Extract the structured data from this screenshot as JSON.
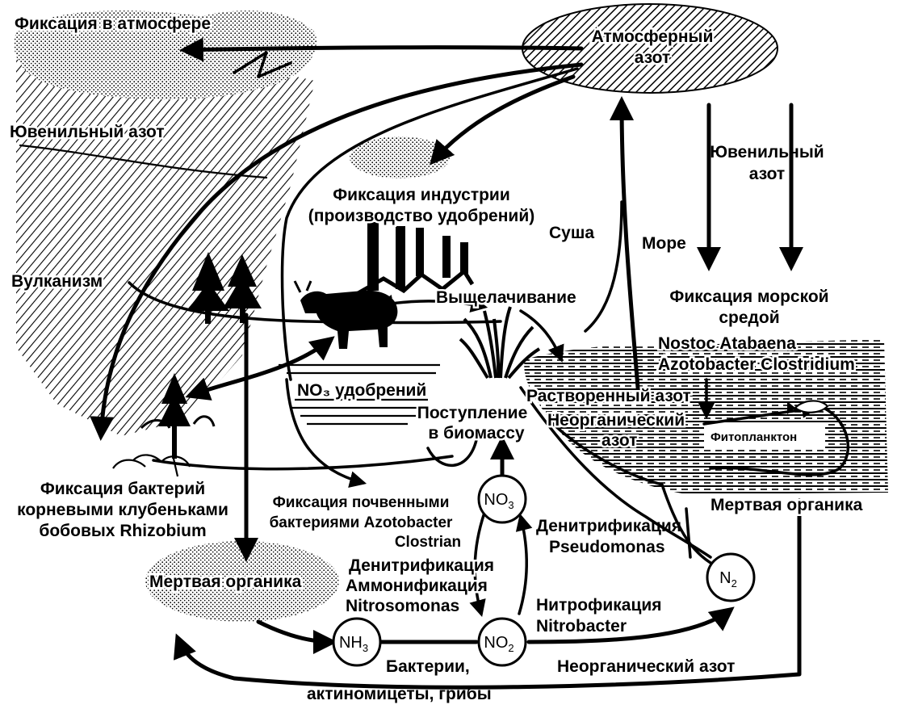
{
  "labels": {
    "fixation_atmosphere": "Фиксация в атмосфере",
    "juvenile_nitrogen_left": "Ювенильный азот",
    "volcanism": "Вулканизм",
    "atmospheric_nitrogen_1": "Атмосферный",
    "atmospheric_nitrogen_2": "азот",
    "juvenile_nitrogen_right_1": "Ювенильный",
    "juvenile_nitrogen_right_2": "азот",
    "industry_fixation_1": "Фиксация индустрии",
    "industry_fixation_2": "(производство удобрений)",
    "land": "Суша",
    "sea": "Море",
    "marine_fixation_1": "Фиксация морской",
    "marine_fixation_2": "средой",
    "leaching": "Выщелачивание",
    "marine_bacteria_1": "Nostoc Atabaena",
    "marine_bacteria_2": "Azotobacter Clostridium",
    "no3_fertilizer": "NO₃ удобрений",
    "dissolved_nitrogen": "Растворенный азот",
    "biomass_intake_1": "Поступление",
    "biomass_intake_2": "в биомассу",
    "inorganic_nitrogen_sea_1": "Неорганический",
    "inorganic_nitrogen_sea_2": "азот",
    "phytoplankton": "Фитопланктон",
    "bacteria_fixation_1": "Фиксация бактерий",
    "bacteria_fixation_2": "корневыми клубеньками",
    "bacteria_fixation_3": "бобовых Rhizobium",
    "soil_bacteria_1": "Фиксация почвенными",
    "soil_bacteria_2": "бактериями Azotobacter",
    "soil_bacteria_3": "Clostrian",
    "dead_organic_sea": "Мертвая органика",
    "denitrification_right_1": "Денитрификация",
    "denitrification_right_2": "Pseudomonas",
    "denitrification_left": "Денитрификация",
    "ammonification": "Аммонификация",
    "nitrosomonas": "Nitrosomonas",
    "dead_organic_land": "Мертвая органика",
    "nitrification_1": "Нитрофикация",
    "nitrification_2": "Nitrobacter",
    "bacteria_fungi_1": "Бактерии,",
    "bacteria_fungi_2": "актиномицеты, грибы",
    "inorganic_nitrogen_bottom": "Неорганический азот"
  },
  "nodes": {
    "no3_main": "NO",
    "no3_sub": "3",
    "no2_main": "NO",
    "no2_sub": "2",
    "nh3_main": "NH",
    "nh3_sub": "3",
    "n2_main": "N",
    "n2_sub": "2"
  },
  "icons": [
    "cow-icon",
    "tree-icon",
    "factory-icon",
    "grass-icon",
    "fish-icon"
  ]
}
